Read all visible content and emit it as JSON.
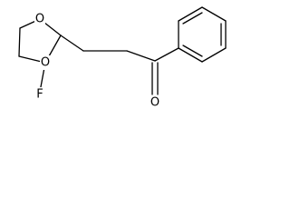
{
  "diagram": {
    "type": "skeletal-structure",
    "atom_labels": {
      "ring_oxygen_top": "O",
      "ring_oxygen_bottom": "O",
      "fluorine": "F",
      "carbonyl_oxygen": "O"
    },
    "colors": {
      "bond": "#000000",
      "label": "#000000",
      "background": "#ffffff"
    }
  }
}
